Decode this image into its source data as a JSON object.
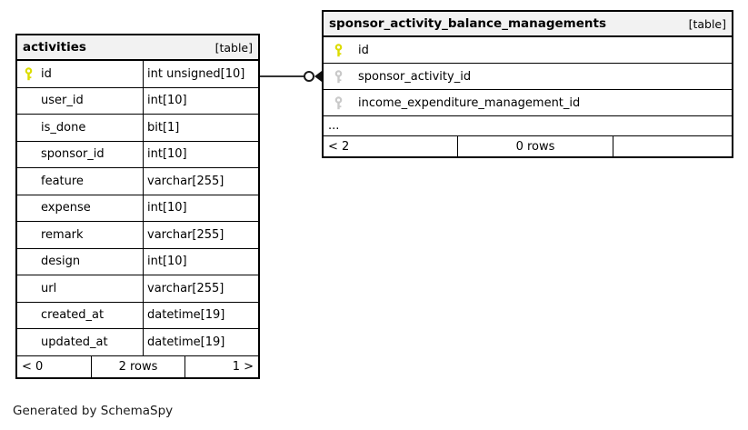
{
  "page": {
    "generated_by": "Generated by SchemaSpy"
  },
  "colors": {
    "header_bg": "#f2f2f2",
    "border": "#000000",
    "primary_key_icon": "#dcdc00",
    "foreign_key_icon": "#c9c9c9",
    "relationship_line": "#333333"
  },
  "tables": [
    {
      "name": "activities",
      "tag": "[table]",
      "columns": [
        {
          "name": "id",
          "type": "int unsigned[10]",
          "key": "primary"
        },
        {
          "name": "user_id",
          "type": "int[10]",
          "key": "none"
        },
        {
          "name": "is_done",
          "type": "bit[1]",
          "key": "none"
        },
        {
          "name": "sponsor_id",
          "type": "int[10]",
          "key": "none"
        },
        {
          "name": "feature",
          "type": "varchar[255]",
          "key": "none"
        },
        {
          "name": "expense",
          "type": "int[10]",
          "key": "none"
        },
        {
          "name": "remark",
          "type": "varchar[255]",
          "key": "none"
        },
        {
          "name": "design",
          "type": "int[10]",
          "key": "none"
        },
        {
          "name": "url",
          "type": "varchar[255]",
          "key": "none"
        },
        {
          "name": "created_at",
          "type": "datetime[19]",
          "key": "none"
        },
        {
          "name": "updated_at",
          "type": "datetime[19]",
          "key": "none"
        }
      ],
      "footer": {
        "left": "< 0",
        "center": "2 rows",
        "right": "1 >"
      }
    },
    {
      "name": "sponsor_activity_balance_managements",
      "tag": "[table]",
      "columns": [
        {
          "name": "id",
          "key": "primary"
        },
        {
          "name": "sponsor_activity_id",
          "key": "foreign"
        },
        {
          "name": "income_expenditure_management_id",
          "key": "foreign"
        }
      ],
      "ellipsis": "...",
      "footer": {
        "left": "< 2",
        "center": "0 rows",
        "right": ""
      }
    }
  ],
  "relationship": {
    "from": "activities.id",
    "to": "sponsor_activity_balance_managements.sponsor_activity_id",
    "marker": "zero-circle-arrow"
  }
}
